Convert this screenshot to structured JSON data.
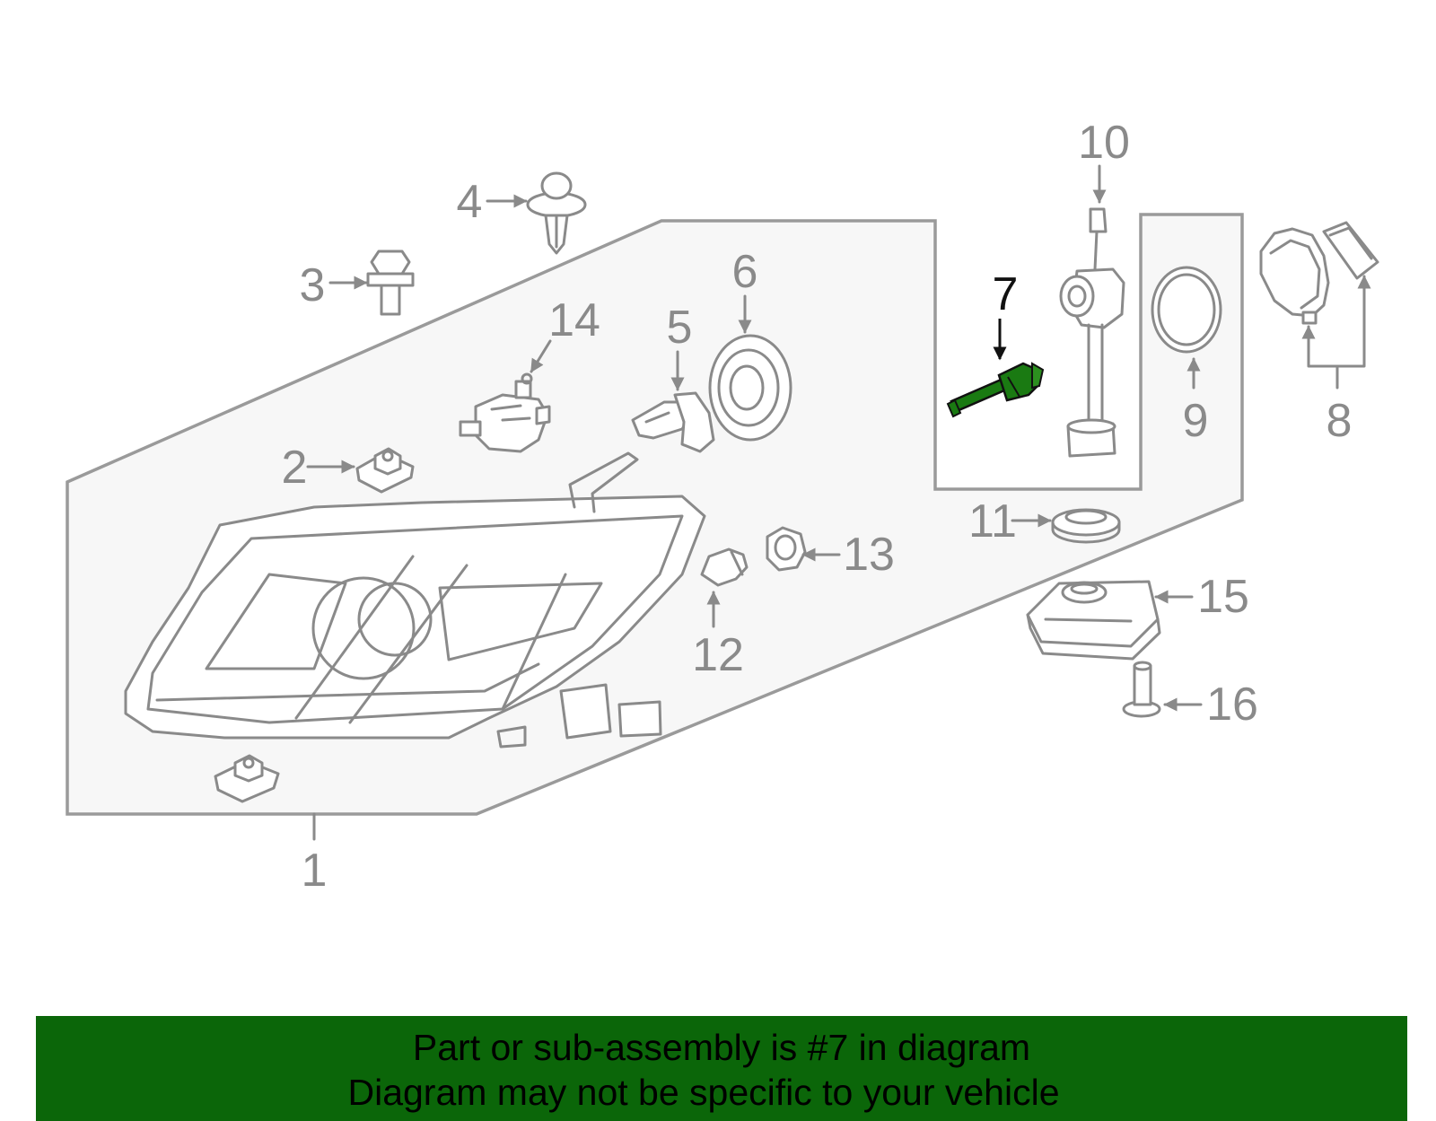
{
  "diagram": {
    "labels": {
      "p1": "1",
      "p2": "2",
      "p3": "3",
      "p4": "4",
      "p5": "5",
      "p6": "6",
      "p7": "7",
      "p8": "8",
      "p9": "9",
      "p10": "10",
      "p11": "11",
      "p12": "12",
      "p13": "13",
      "p14": "14",
      "p15": "15",
      "p16": "16"
    },
    "highlighted_part": "7",
    "colors": {
      "line": "#8a8a8a",
      "panel": "#f7f7f7",
      "highlight": "#1a7a12",
      "banner": "#0b6609"
    }
  },
  "banner": {
    "line1": "Part or sub-assembly is #7 in diagram",
    "line2": "Diagram may not be specific to your vehicle"
  }
}
